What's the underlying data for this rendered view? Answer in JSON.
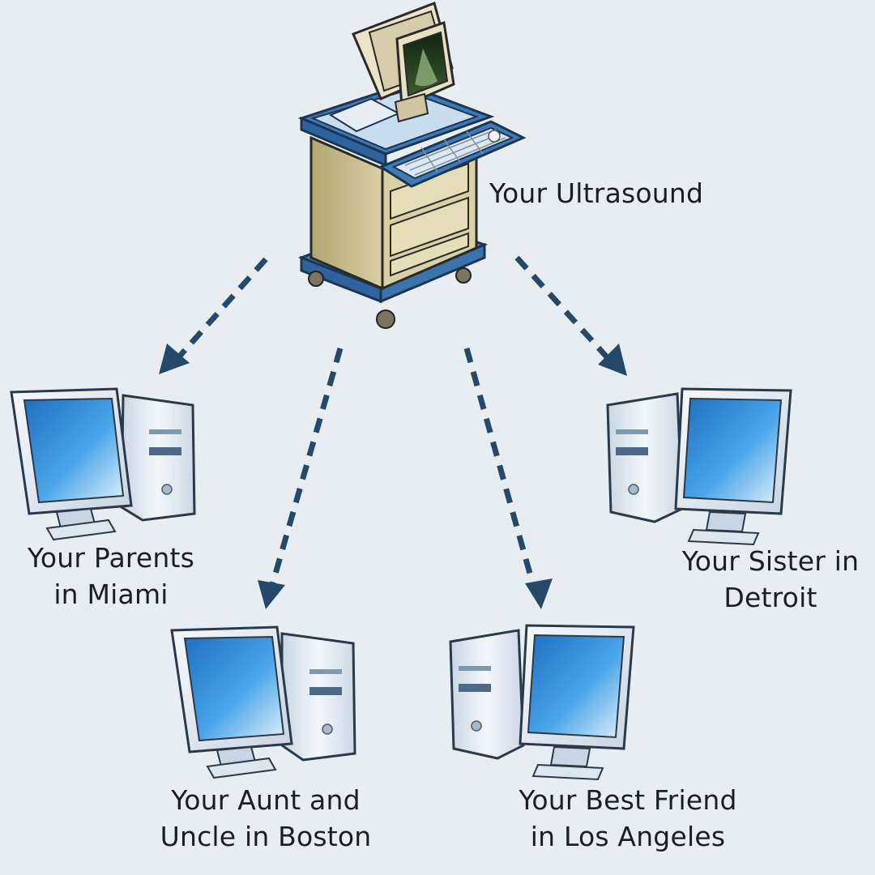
{
  "source": {
    "name": "ultrasound-machine",
    "label_lines": [
      "Your Ultrasound"
    ]
  },
  "recipients": [
    {
      "name": "parents-miami",
      "label_lines": [
        "Your Parents",
        "in Miami"
      ]
    },
    {
      "name": "aunt-uncle-boston",
      "label_lines": [
        "Your Aunt and",
        "Uncle in Boston"
      ]
    },
    {
      "name": "best-friend-los-angeles",
      "label_lines": [
        "Your Best Friend",
        "in Los Angeles"
      ]
    },
    {
      "name": "sister-detroit",
      "label_lines": [
        "Your Sister in",
        "Detroit"
      ]
    }
  ],
  "colors": {
    "background": "#e8edf2",
    "arrow": "#24496a",
    "cart_frame": "#3f79b8",
    "cart_body": "#c7bd8d",
    "screen_blue": "#3a9be0",
    "computer_case": "#e7eef5",
    "text": "#1b1f22"
  },
  "icons": {
    "source": "ultrasound-cart-icon",
    "recipient": "desktop-computer-icon",
    "arrow": "dashed-arrow-icon"
  }
}
